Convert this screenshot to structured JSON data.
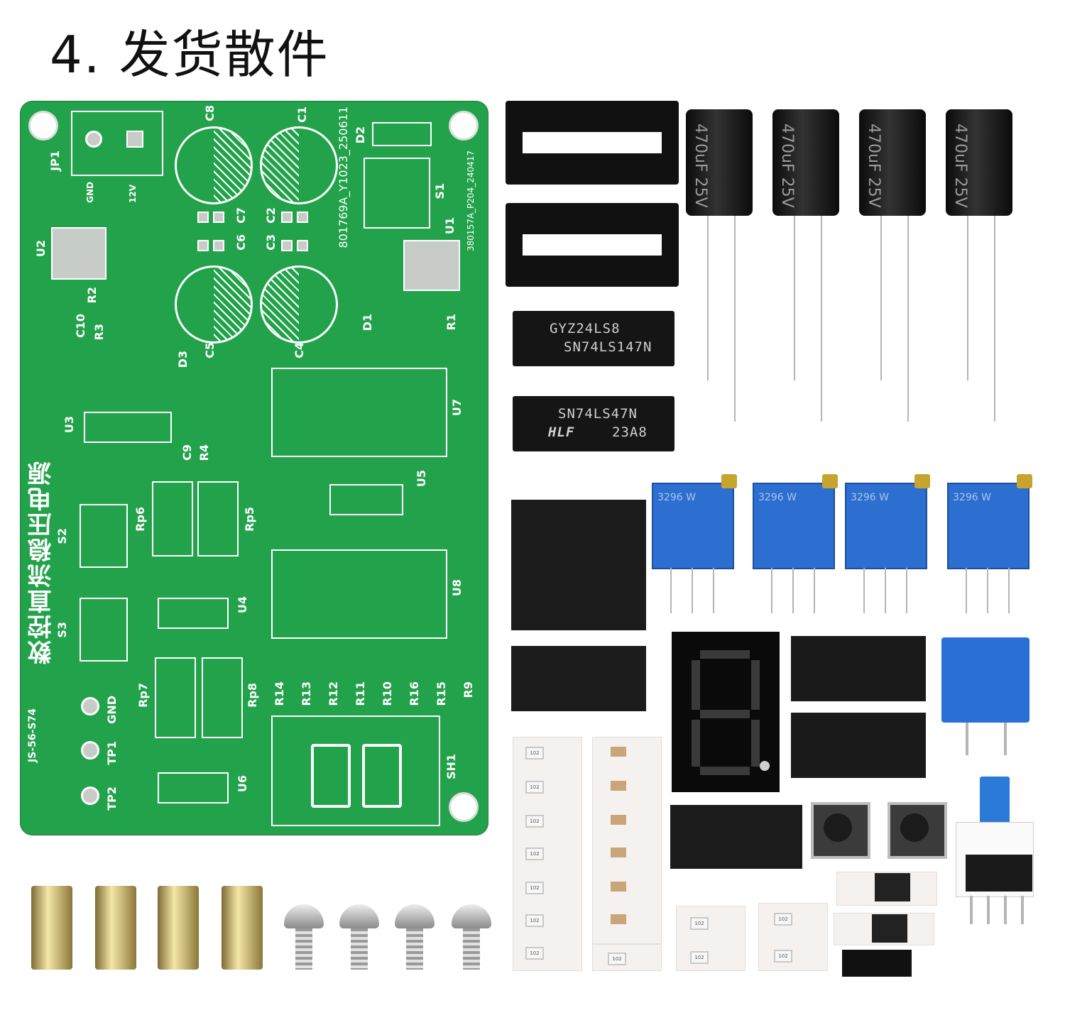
{
  "page": {
    "title": "4. 发货散件"
  },
  "colors": {
    "pcb": "#22a24a",
    "silk": "#ffffff",
    "potentiometer": "#2d6fd0",
    "terminal": "#2a6fd6"
  },
  "pcb": {
    "side_text": "数控直流稳压电源",
    "code_text": "JS-56-S74",
    "ver1": "380157A_P204_240417",
    "ver2": "801769A_Y1023_250611",
    "labels": {
      "jp1": "JP1",
      "gnd": "GND",
      "v12": "12V",
      "c8": "C8",
      "c1": "C1",
      "d2": "D2",
      "s1": "S1",
      "u1": "U1",
      "c7": "C7",
      "c6": "C6",
      "c2": "C2",
      "c3": "C3",
      "u2": "U2",
      "r2": "R2",
      "c10": "C10",
      "r3": "R3",
      "c5": "C5",
      "c4": "C4",
      "d1": "D1",
      "r1": "R1",
      "d3": "D3",
      "u3": "U3",
      "c9": "C9",
      "r4": "R4",
      "u7": "U7",
      "u5": "U5",
      "rp6": "Rp6",
      "rp5": "Rp5",
      "s2": "S2",
      "s3": "S3",
      "u4": "U4",
      "u8": "U8",
      "rp7": "Rp7",
      "rp8": "Rp8",
      "gnd2": "GND",
      "tp1": "TP1",
      "tp2": "TP2",
      "u6": "U6",
      "sh1": "SH1",
      "r14": "R14",
      "r13": "R13",
      "r12": "R12",
      "r11": "R11",
      "r10": "R10",
      "r16": "R16",
      "r15": "R15",
      "r9": "R9"
    }
  },
  "chips": [
    {
      "line1": "GYZ24LS8",
      "line2": "SN74LS147N"
    },
    {
      "line1": "SN74LS47N",
      "line2_brand": "HLF",
      "line2_code": "23A8"
    }
  ],
  "capacitor_label": "470uF 25V",
  "pot_label": "3296 W",
  "smd_mark": "102"
}
